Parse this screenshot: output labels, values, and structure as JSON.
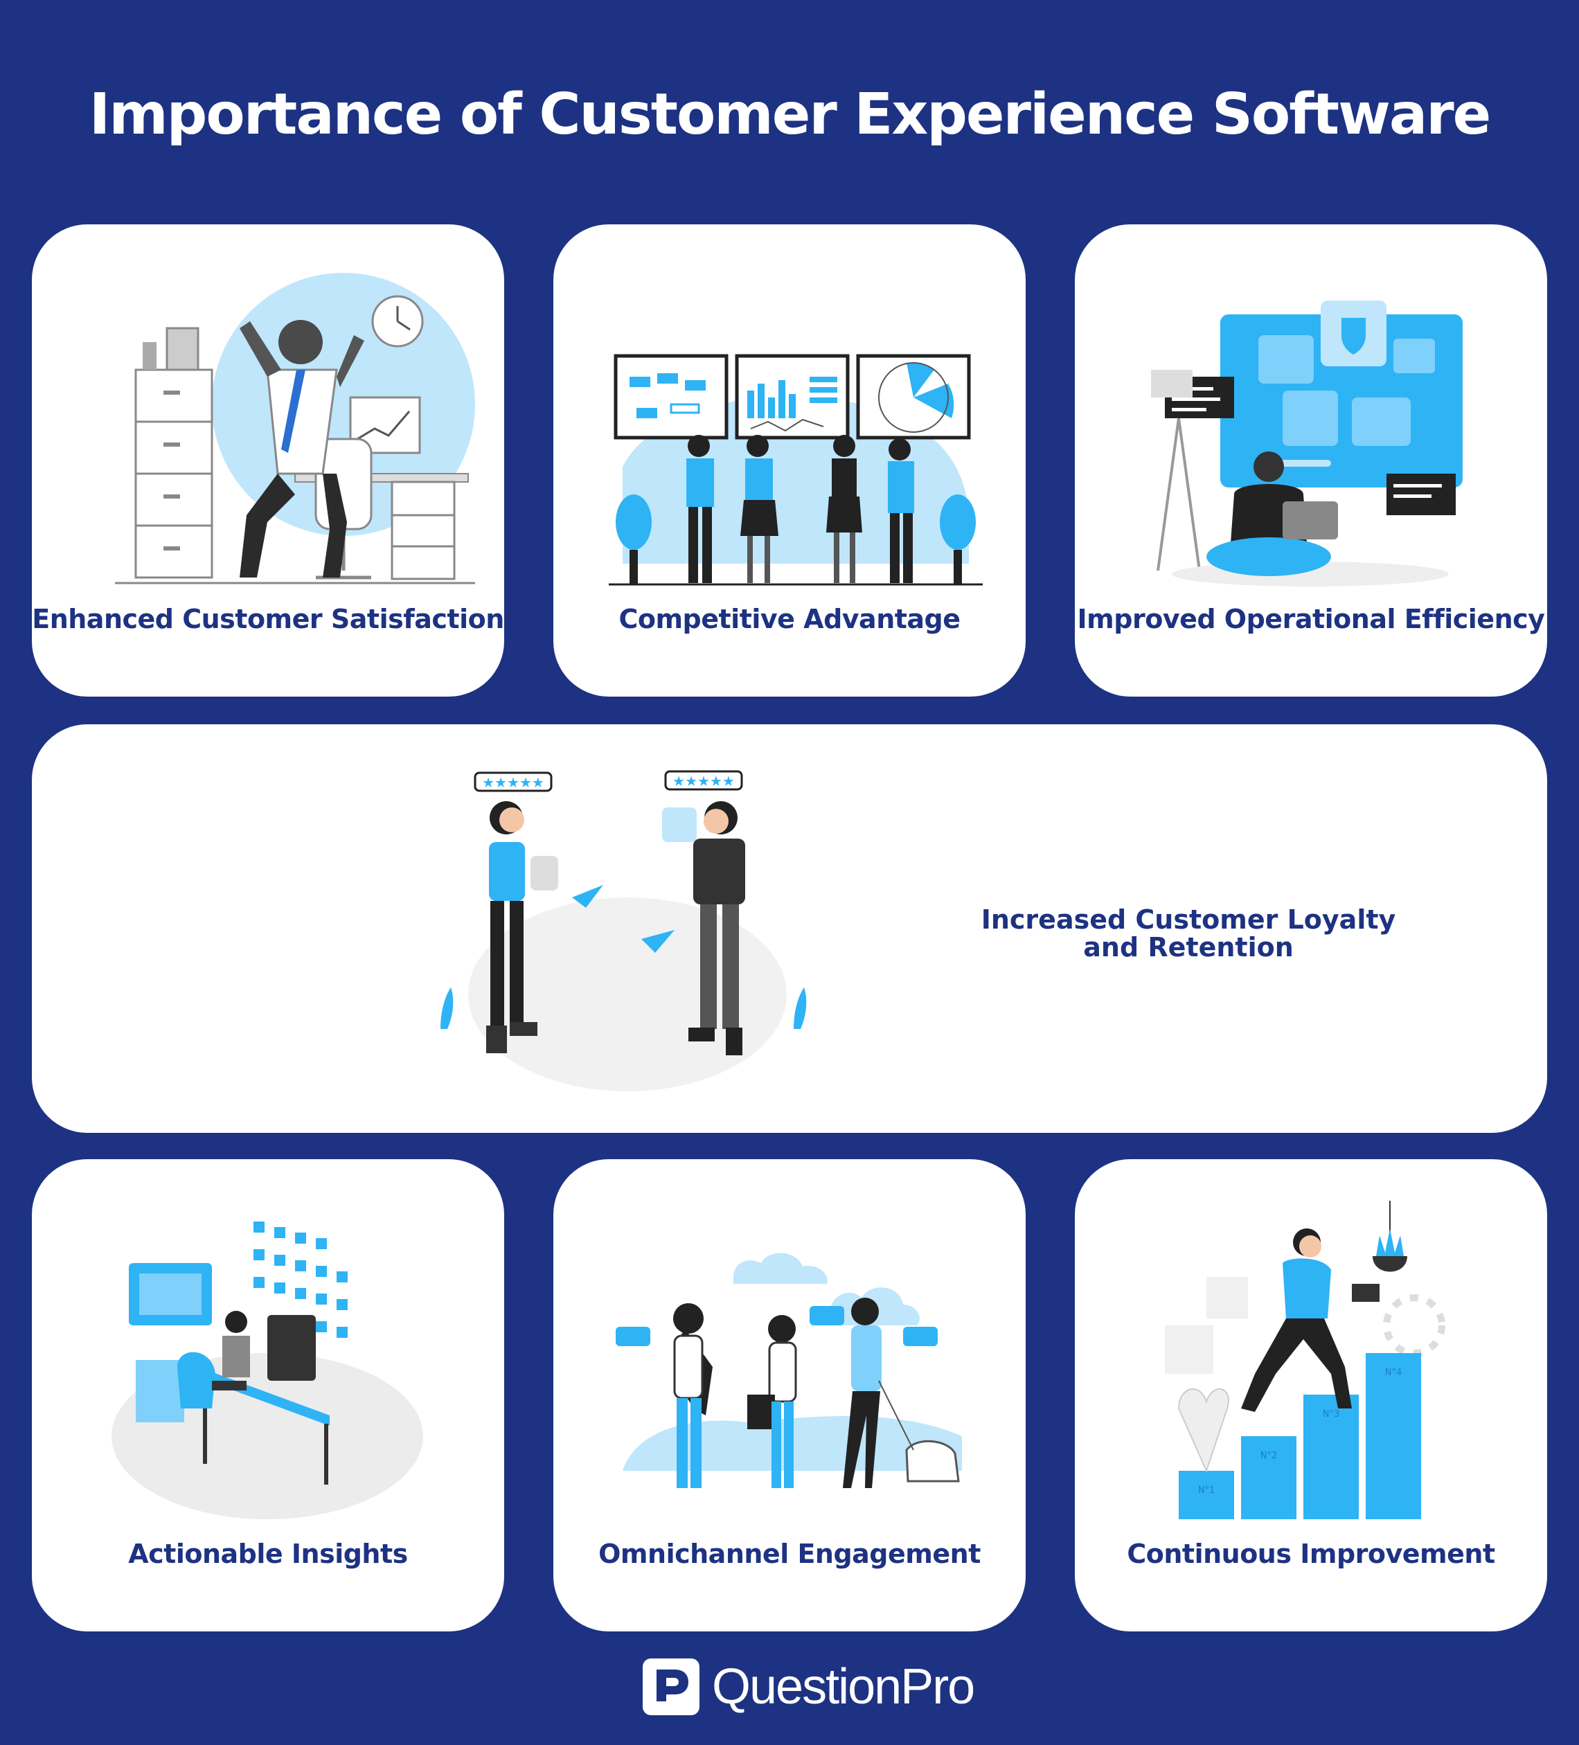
{
  "title": "Importance of Customer Experience Software",
  "colors": {
    "background": "#1d3282",
    "accent": "#2eb3f5",
    "light_accent": "#bfe6fb",
    "card": "#ffffff",
    "text": "#1d3282"
  },
  "cards": [
    {
      "label": "Enhanced Customer Satisfaction",
      "icon": "celebrating-office-worker-illustration"
    },
    {
      "label": "Competitive Advantage",
      "icon": "team-analyzing-dashboards-illustration"
    },
    {
      "label": "Improved Operational Efficiency",
      "icon": "developer-with-laptop-settings-illustration"
    },
    {
      "label_lines": [
        "Increased Customer Loyalty",
        "and Retention"
      ],
      "icon": "customers-rating-reviews-illustration",
      "ratings": [
        "★★★★★",
        "★★★★★"
      ]
    },
    {
      "label": "Actionable Insights",
      "icon": "analyst-desk-data-illustration"
    },
    {
      "label": "Omnichannel Engagement",
      "icon": "people-on-phones-illustration"
    },
    {
      "label": "Continuous Improvement",
      "icon": "man-climbing-steps-illustration",
      "steps": [
        "N°1",
        "N°2",
        "N°3",
        "N°4"
      ]
    }
  ],
  "brand": {
    "name": "QuestionPro",
    "icon": "questionpro-logo-icon"
  }
}
